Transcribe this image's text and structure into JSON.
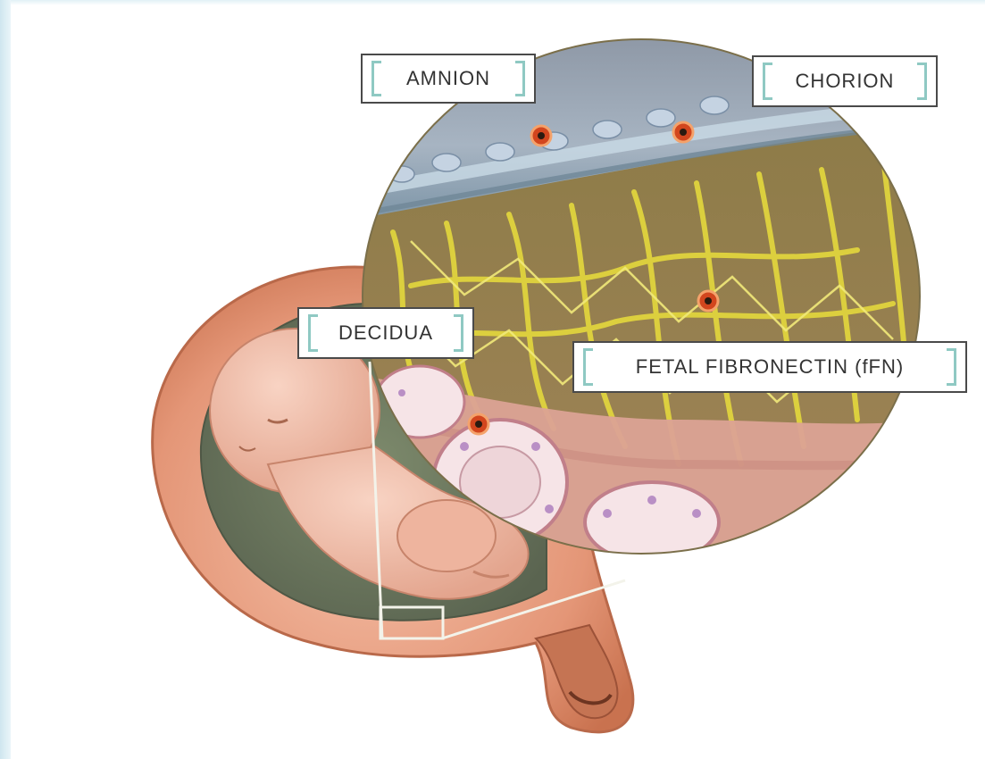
{
  "labels": {
    "amnion": "AMNION",
    "chorion": "CHORION",
    "decidua": "DECIDUA",
    "ffn": "FETAL FIBRONECTIN (fFN)"
  },
  "colors": {
    "label_bracket": "#8fc9c3",
    "label_border": "#4a4a4a",
    "fibers": "#d9cf3a",
    "uterus": "#e39a7e",
    "marker": "#d2461e"
  }
}
